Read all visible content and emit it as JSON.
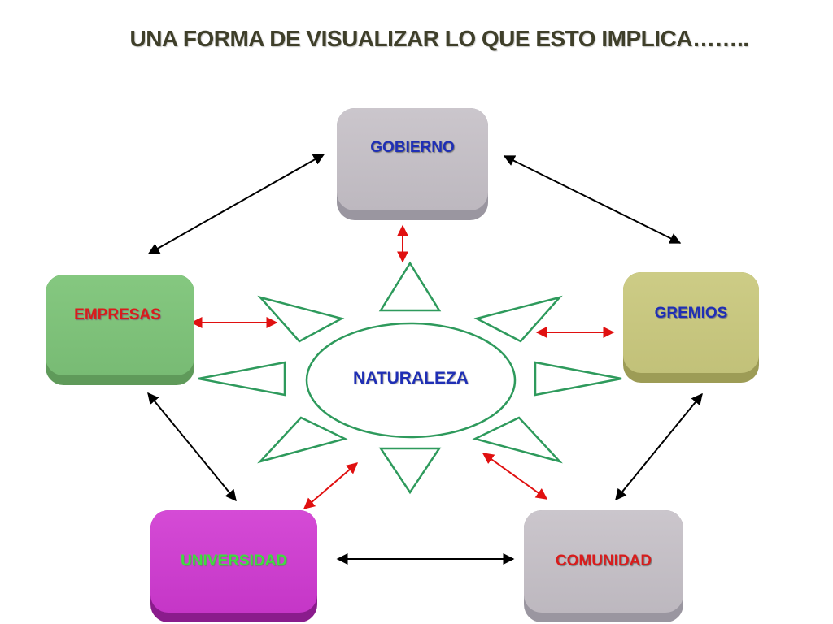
{
  "title": "UNA FORMA DE VISUALIZAR LO QUE ESTO IMPLICA……..",
  "center": {
    "label": "NATURALEZA"
  },
  "nodes": {
    "gobierno": "GOBIERNO",
    "empresas": "EMPRESAS",
    "gremios": "GREMIOS",
    "universidad": "UNIVERSIDAD",
    "comunidad": "COMUNIDAD"
  },
  "colors": {
    "title": "#3f3f2a",
    "ring_arrows": "#000000",
    "center_arrows": "#e01010",
    "sun_outline": "#2e9a5c"
  }
}
